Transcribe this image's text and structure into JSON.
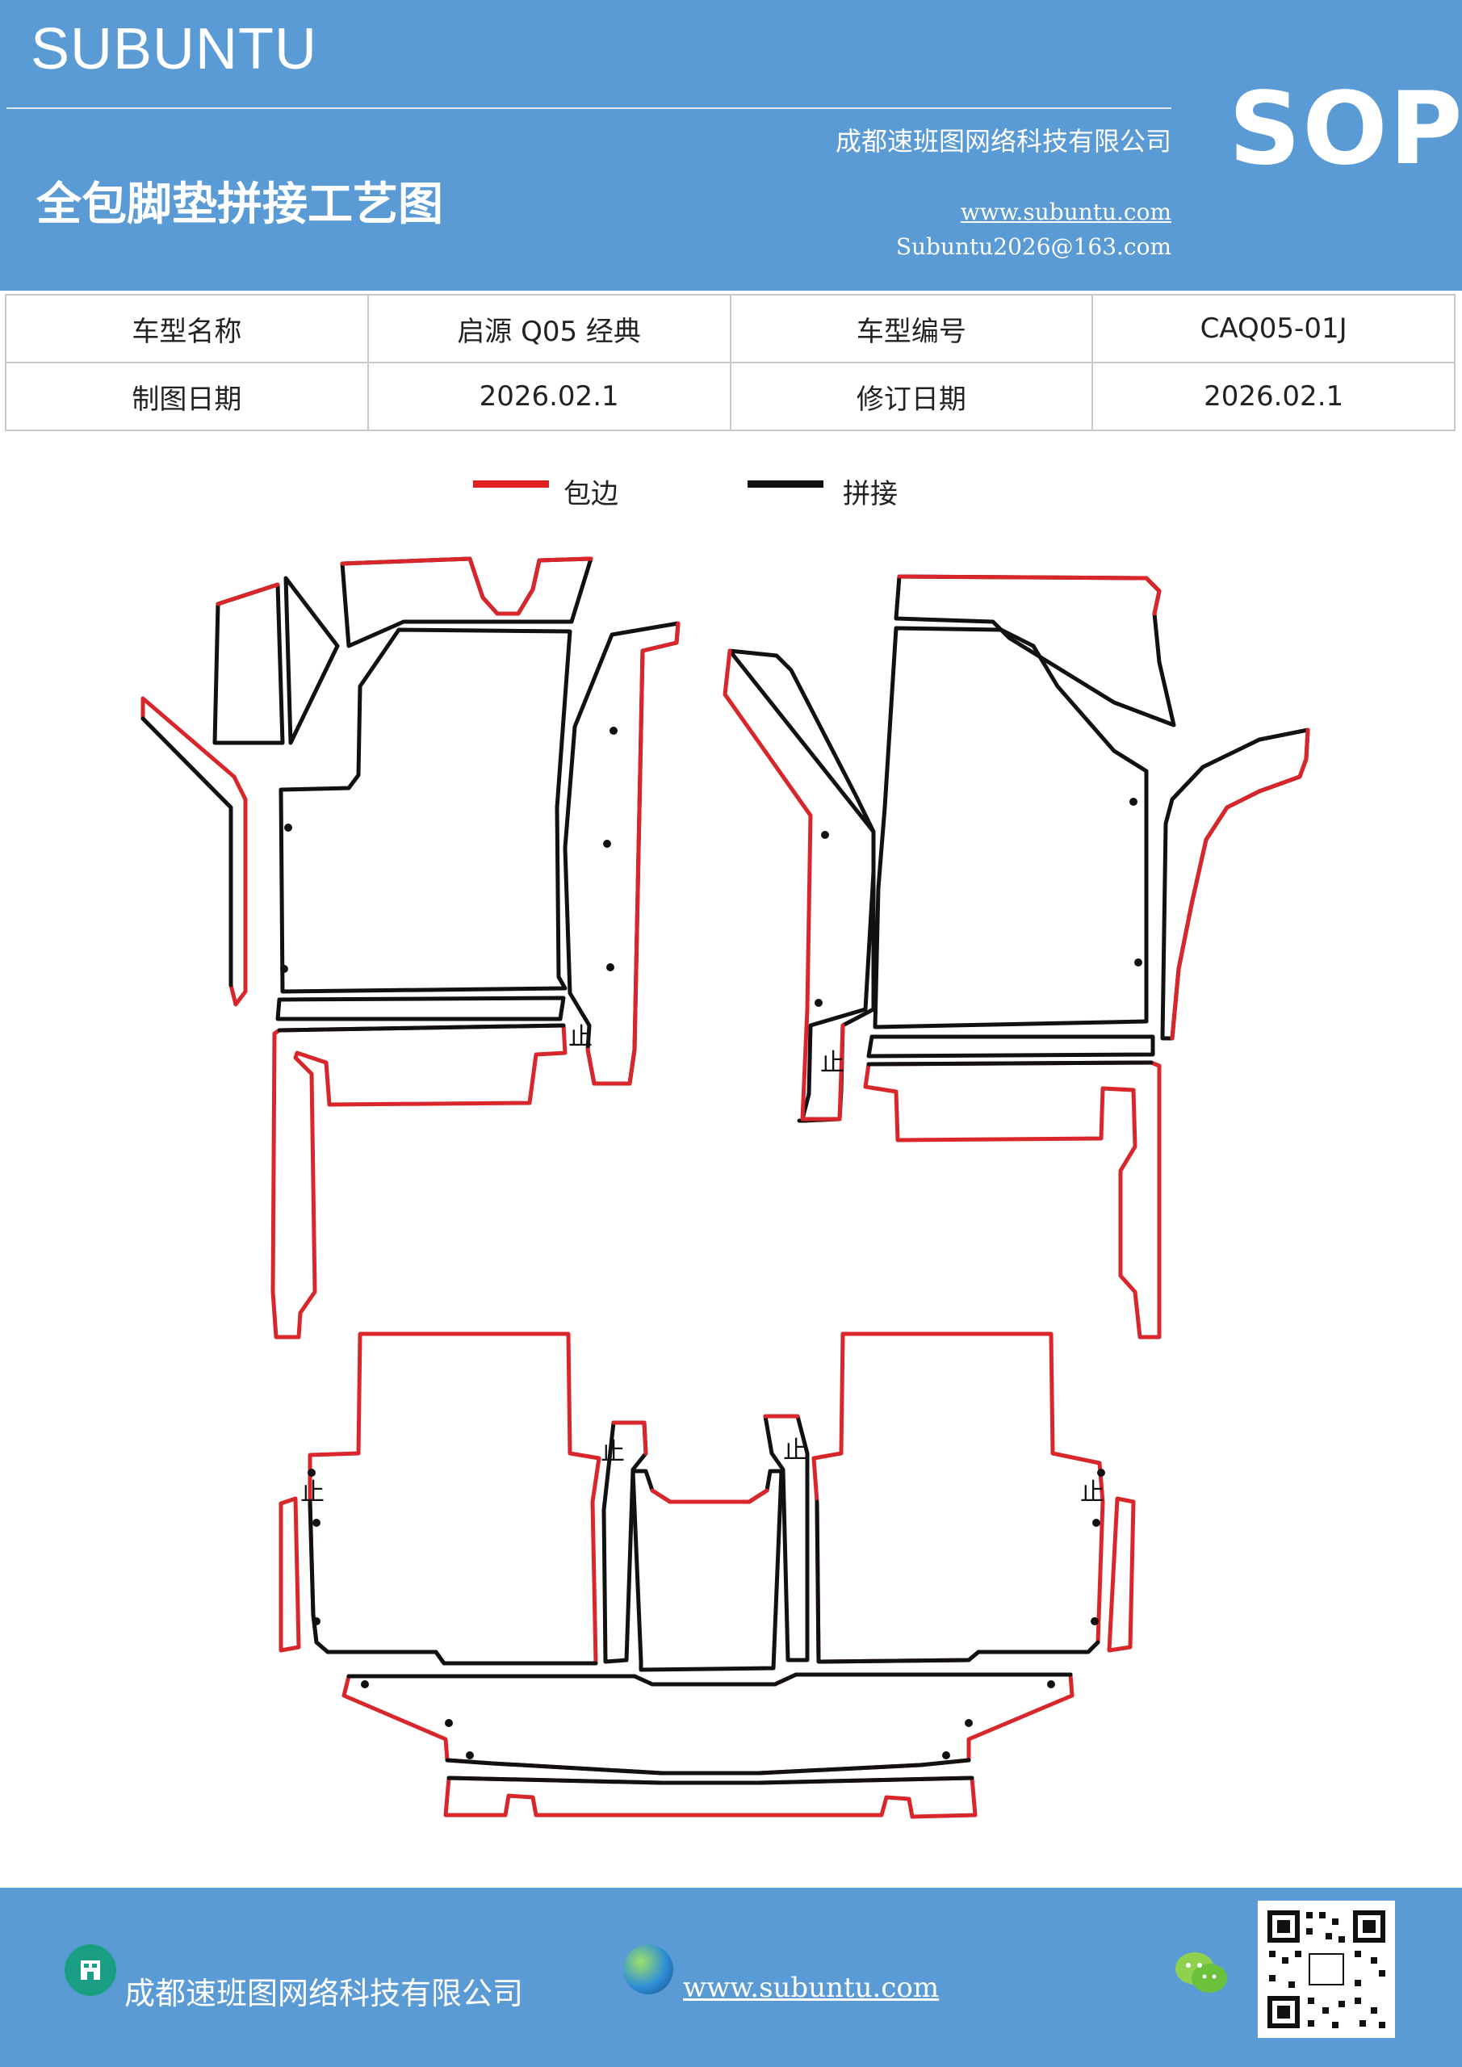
{
  "header": {
    "brand": "SUBUNTU",
    "company": "成都速班图网络科技有限公司",
    "title": "全包脚垫拼接工艺图",
    "website": "www.subuntu.com",
    "email": "Subuntu2026@163.com",
    "badge": "SOP"
  },
  "info_table": {
    "rows": [
      [
        "车型名称",
        "启源 Q05 经典",
        "车型编号",
        "CAQ05-01J"
      ],
      [
        "制图日期",
        "2026.02.1",
        "修订日期",
        "2026.02.1"
      ]
    ]
  },
  "legend": {
    "items": [
      {
        "label": "包边",
        "color": "#e02020"
      },
      {
        "label": "拼接",
        "color": "#111111"
      }
    ]
  },
  "diagram": {
    "stop_mark": "止",
    "colors": {
      "edge": "#d9262a",
      "seam": "#111111"
    }
  },
  "footer": {
    "company": "成都速班图网络科技有限公司",
    "website": "www.subuntu.com"
  }
}
